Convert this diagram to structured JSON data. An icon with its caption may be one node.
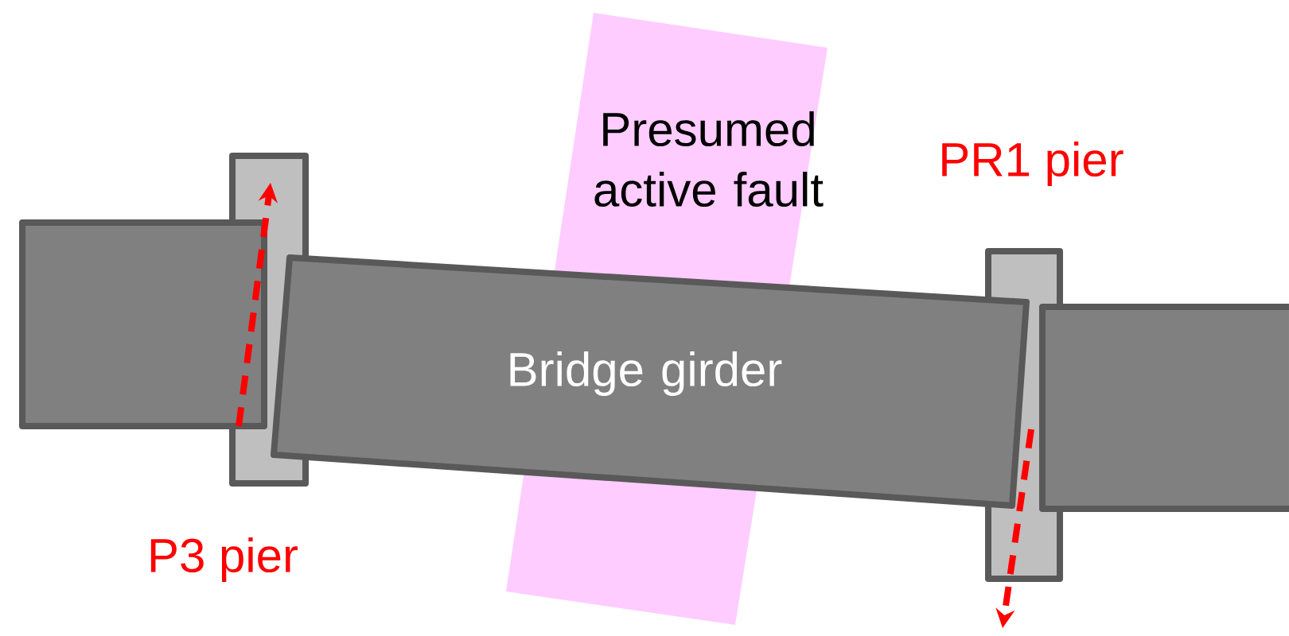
{
  "diagram": {
    "nodes": [
      {
        "text": [
          "Presumed active fault"
        ]
      },
      {
        "text": [],
        "shape": "box"
      },
      {
        "text": [],
        "shape": "box",
        "beside": [
          "P3 pier"
        ]
      },
      {
        "text": [
          "Bridge girder"
        ]
      },
      {
        "text": [],
        "shape": "box",
        "beside": [
          "PR1 pier"
        ]
      },
      {
        "text": [],
        "shape": "box"
      }
    ]
  }
}
